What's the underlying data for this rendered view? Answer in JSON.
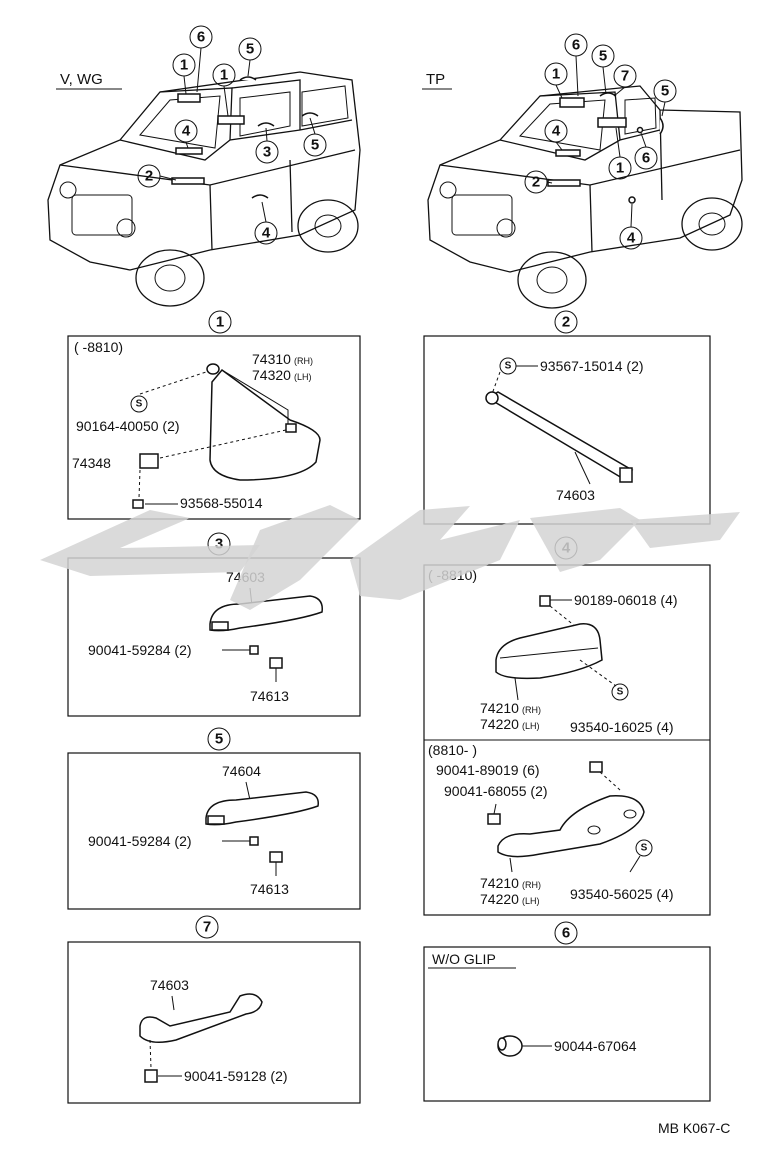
{
  "views": {
    "left_label": "V, WG",
    "right_label": "TP"
  },
  "callouts": {
    "n1": "1",
    "n2": "2",
    "n3": "3",
    "n4": "4",
    "n5": "5",
    "n6": "6",
    "n7": "7"
  },
  "s_mark": "S",
  "panel1": {
    "range": "(      -8810)",
    "pn_a": "74310",
    "pn_a_side": "(RH)",
    "pn_b": "74320",
    "pn_b_side": "(LH)",
    "screw": "90164-40050 (2)",
    "clip": "74348",
    "bolt": "93568-55014"
  },
  "panel2": {
    "screw": "93567-15014 (2)",
    "part": "74603"
  },
  "panel3": {
    "part": "74603",
    "screw": "90041-59284 (2)",
    "cap": "74613"
  },
  "panel4": {
    "top_range": "(      -8810)",
    "top_nut": "90189-06018 (4)",
    "top_pn_a": "74210",
    "top_pn_a_side": "(RH)",
    "top_pn_b": "74220",
    "top_pn_b_side": "(LH)",
    "top_screw": "93540-16025 (4)",
    "bot_range": "(8810-        )",
    "bot_clip": "90041-89019 (6)",
    "bot_bolt": "90041-68055 (2)",
    "bot_pn_a": "74210",
    "bot_pn_a_side": "(RH)",
    "bot_pn_b": "74220",
    "bot_pn_b_side": "(LH)",
    "bot_screw": "93540-56025 (4)"
  },
  "panel5": {
    "part": "74604",
    "screw": "90041-59284 (2)",
    "cap": "74613"
  },
  "panel6": {
    "note": "W/O GLIP",
    "part": "90044-67064"
  },
  "panel7": {
    "part": "74603",
    "screw": "90041-59128 (2)"
  },
  "footer_code": "MB K067-C"
}
